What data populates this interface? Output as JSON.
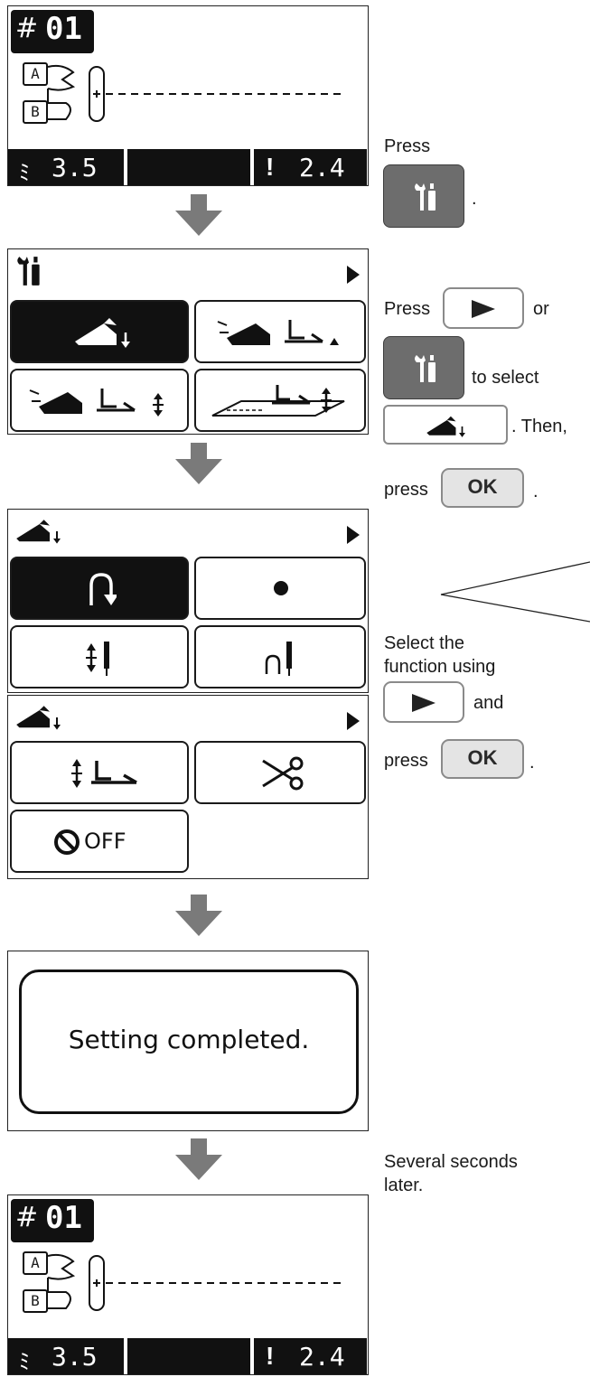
{
  "screen1": {
    "pattern_no": "01",
    "label_a": "A",
    "label_b": "B",
    "width_value": "3.5",
    "length_value": "2.4"
  },
  "screen5": {
    "pattern_no": "01",
    "label_a": "A",
    "label_b": "B",
    "width_value": "3.5",
    "length_value": "2.4"
  },
  "completed_screen": {
    "message": "Setting completed."
  },
  "off_label": "OFF",
  "instructions": {
    "step1": {
      "press": "Press",
      "period": "."
    },
    "step2": {
      "press": "Press",
      "or": "or",
      "to_select": "to select",
      "then": ". Then,",
      "press2": "press",
      "ok": "OK",
      "period": "."
    },
    "step3": {
      "line1": "Select the",
      "line2": "function using",
      "and": "and",
      "press": "press",
      "ok": "OK",
      "period": "."
    },
    "step4": {
      "line1": "Several seconds",
      "line2": "later."
    }
  },
  "colors": {
    "arrow": "#7a7a7a",
    "grey_button": "#6d6d6d",
    "ok_button": "#e4e4e4",
    "lcd_border": "#222222"
  },
  "icons": [
    "settings-icon",
    "right-arrow-icon",
    "presser-foot-icon",
    "reverse-icon",
    "dot-icon",
    "needle-up-down-icon",
    "scissors-icon",
    "no-icon"
  ]
}
